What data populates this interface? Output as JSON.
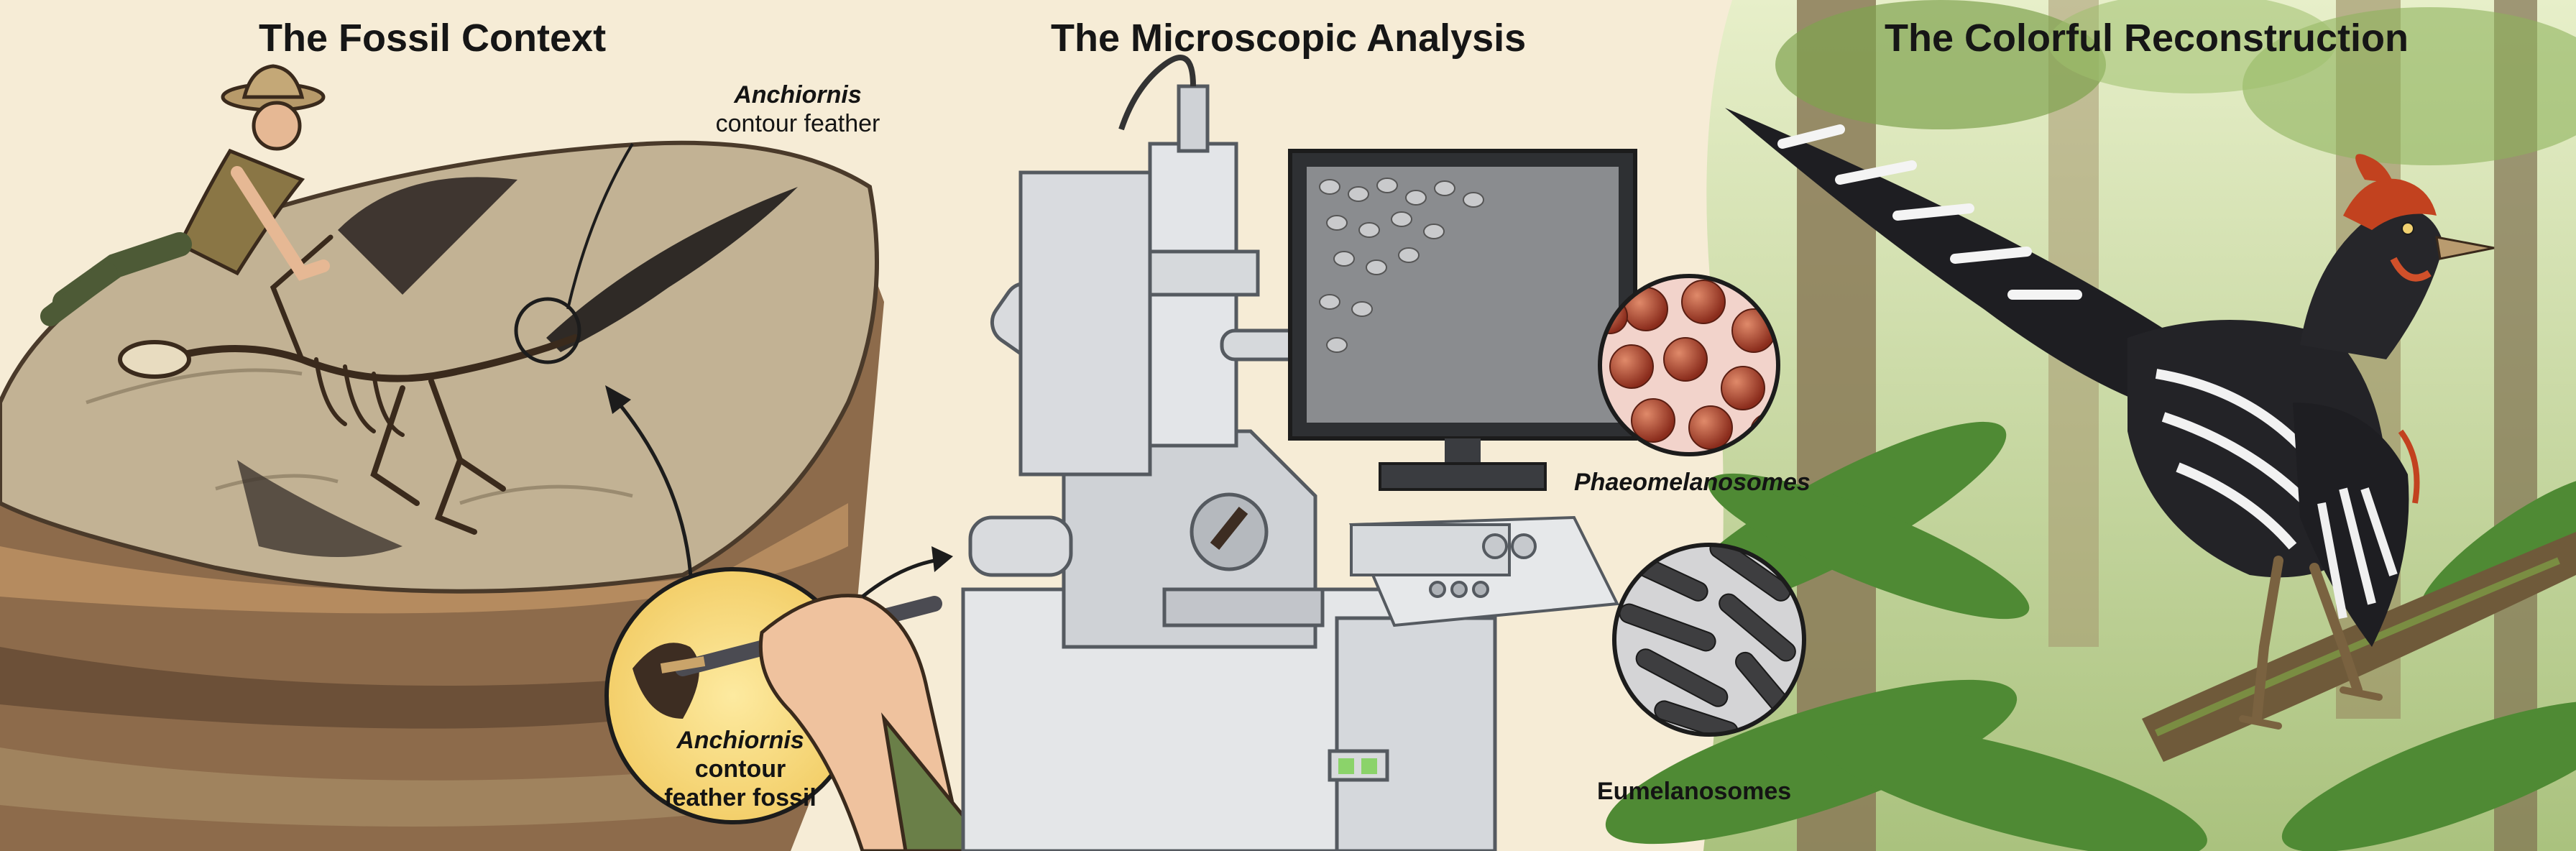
{
  "panels": {
    "fossil": {
      "title": "The Fossil Context"
    },
    "microscopy": {
      "title": "The Microscopic Analysis"
    },
    "reconstruction": {
      "title": "The Colorful Reconstruction"
    }
  },
  "callouts": {
    "feather": {
      "species": "Anchiornis",
      "text": "contour feather"
    },
    "fossil_sample": {
      "species": "Anchiornis",
      "line2": "contour",
      "line3": "feather fossil"
    }
  },
  "labels": {
    "phaeomelanosomes": "Phaeomelanosomes",
    "eumelanosomes": "Eumelanosomes"
  },
  "colors": {
    "background": "#f6ecd6",
    "rock": "#b7a88e",
    "instrument": "#d8dadc",
    "phaeomelanosome": "#9c3b27",
    "eumelanosome": "#3e3e40",
    "forest": "#8fae64",
    "crest": "#c2421f"
  },
  "icons": [
    "arrow-icon",
    "magnifier-circle-icon"
  ]
}
